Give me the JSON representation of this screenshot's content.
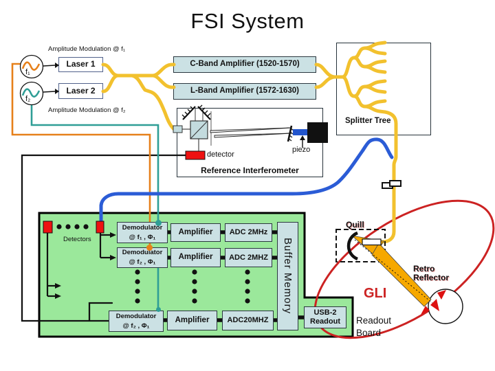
{
  "title": "FSI System",
  "colors": {
    "board_green": "#9be89b",
    "module_blue": "#cbe1e4",
    "fiber_yellow": "#f2c12e",
    "wire_orange": "#e6801a",
    "wire_teal": "#2f9e96",
    "wire_blue": "#2b5cd6",
    "detector_red": "#ee1111",
    "gli_red": "#cc2222",
    "beam_orange": "#f6a800"
  },
  "oscillators": {
    "am1_label": "Amplitude Modulation @ f₁",
    "am2_label": "Amplitude Modulation @ f₂",
    "osc1_label": "f₁",
    "osc2_label": "f₂"
  },
  "lasers": {
    "laser1": "Laser 1",
    "laser2": "Laser 2"
  },
  "amplifiers": {
    "c_band": "C-Band Amplifier (1520-1570)",
    "l_band": "L-Band Amplifier (1572-1630)"
  },
  "splitter": {
    "label": "Splitter Tree"
  },
  "reference_interferometer": {
    "detector_label": "detector",
    "piezo_label": "piezo",
    "title": "Reference Interferometer"
  },
  "readout_board": {
    "detectors_label": "Detectors",
    "rows": [
      {
        "demod_line1": "Demodulator",
        "demod_line2": "@ f₁ , Φ₁",
        "amp": "Amplifier",
        "adc": "ADC 2MHz"
      },
      {
        "demod_line1": "Demodulator",
        "demod_line2": "@ f₂ , Φ₁",
        "amp": "Amplifier",
        "adc": "ADC 2MHZ"
      },
      {
        "demod_line1": "Demodulator",
        "demod_line2": "@ f₂ , Φ₁",
        "amp": "Amplifier",
        "adc": "ADC20MHZ"
      }
    ],
    "buffer_label": "Buffer Memory",
    "usb_line1": "USB-2",
    "usb_line2": "Readout",
    "board_caption_line1": "Readout",
    "board_caption_line2": "Board"
  },
  "gli": {
    "quill_label": "Quill",
    "gli_label": "GLI",
    "retro_line1": "Retro",
    "retro_line2": "Reflector"
  }
}
